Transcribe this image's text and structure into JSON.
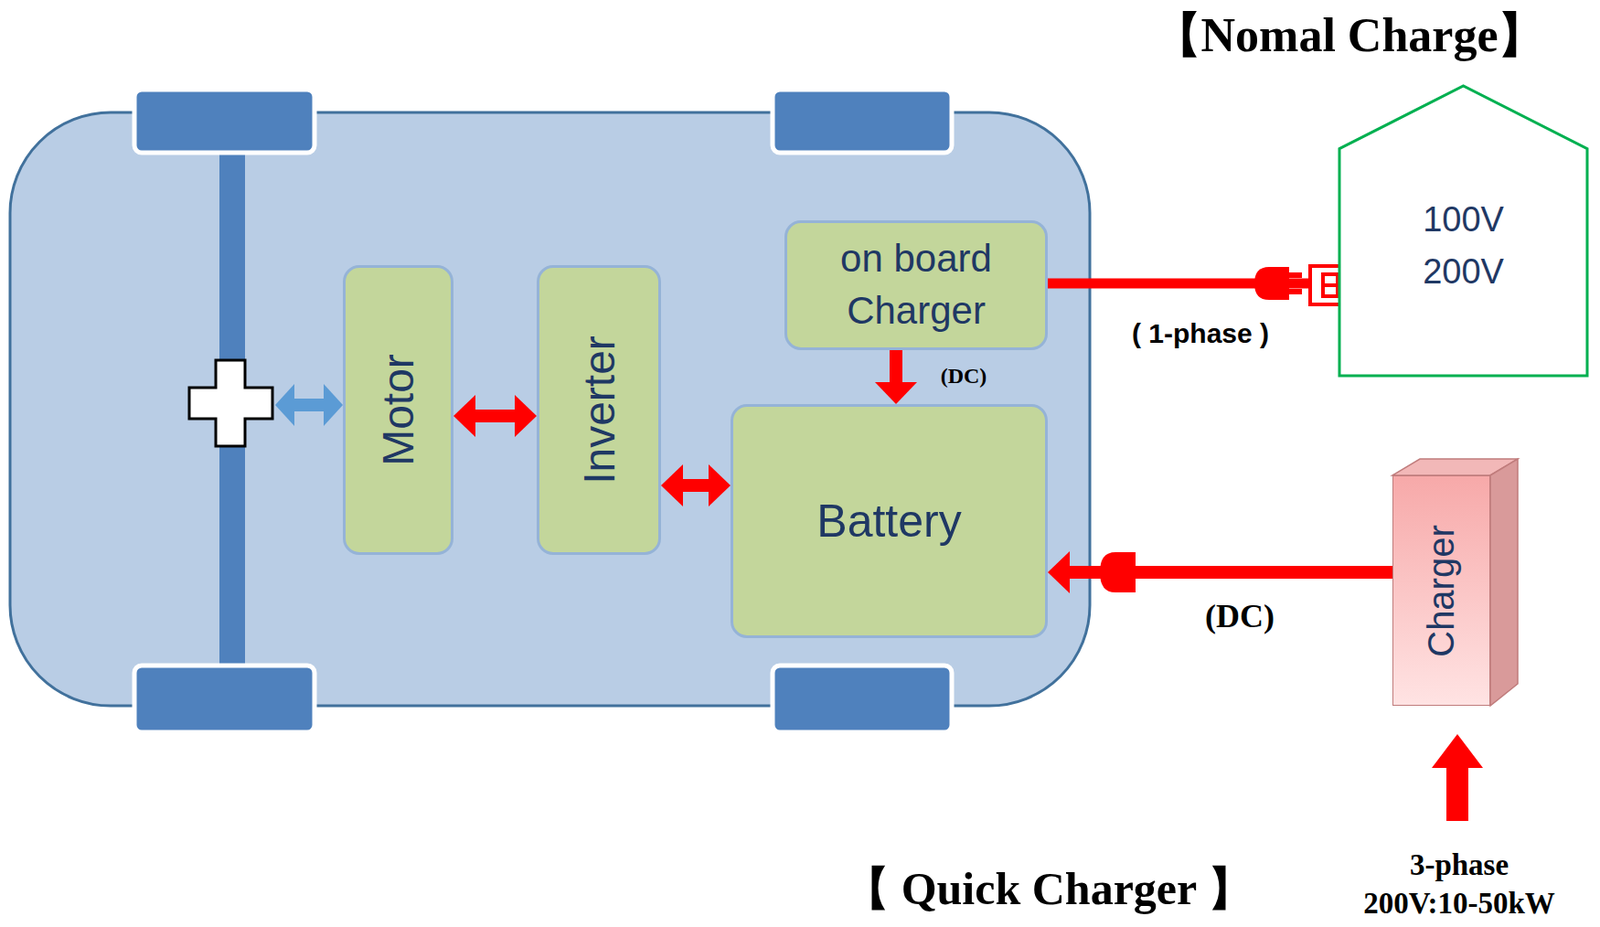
{
  "diagram": {
    "nodes": [
      {
        "text": [
          "Motor"
        ]
      },
      {
        "text": [
          "Inverter"
        ]
      },
      {
        "text": [
          "on board Charger"
        ]
      },
      {
        "text": [
          "Battery"
        ]
      },
      {
        "text": [
          "100V",
          "200V"
        ]
      },
      {
        "text": [
          "Charger"
        ]
      }
    ],
    "edges": [
      {
        "from": 0,
        "to": 1,
        "arrow": "both"
      },
      {
        "from": 1,
        "to": 3,
        "arrow": "both"
      },
      {
        "from": 2,
        "to": 3,
        "arrow": "to",
        "label": "(DC)"
      },
      {
        "from": 2,
        "to": 4,
        "arrow": "none",
        "label": "( 1-phase )"
      },
      {
        "from": 5,
        "to": 3,
        "arrow": "to",
        "label": "(DC)"
      }
    ],
    "labels": [
      "【Nomal Charge】",
      "【 Quick Charger 】",
      "3-phase",
      "200V:10-50kW"
    ]
  }
}
